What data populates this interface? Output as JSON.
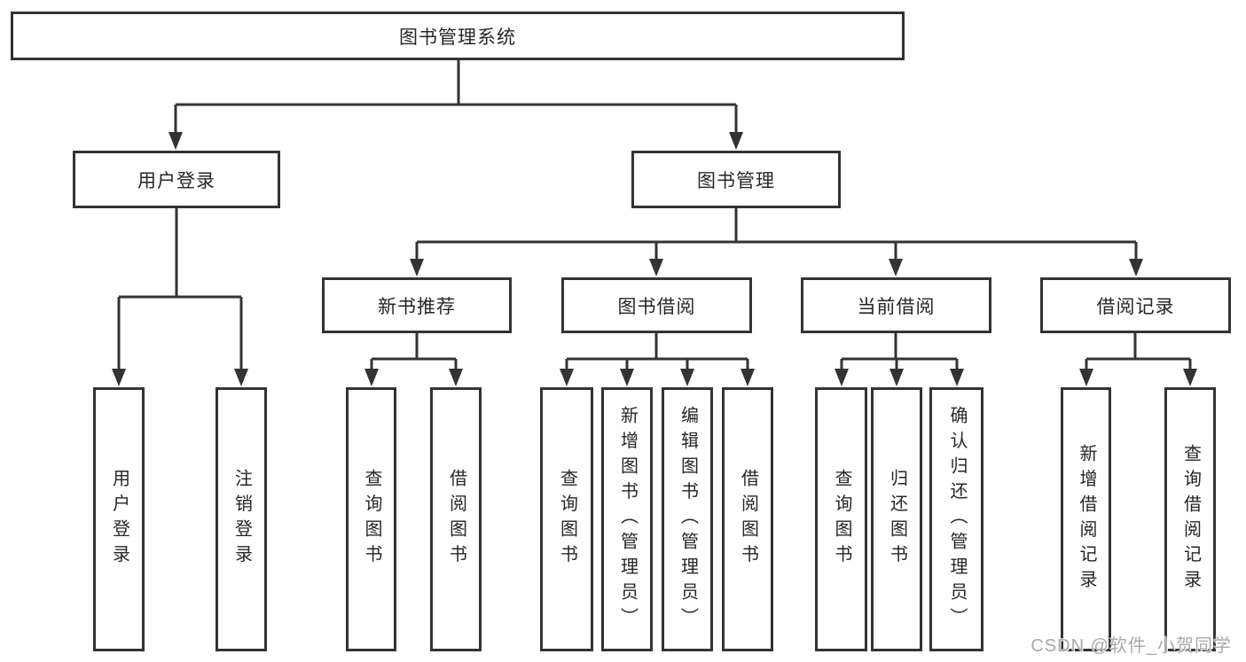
{
  "tree": {
    "root": {
      "label": "图书管理系统"
    },
    "user_login": {
      "label": "用户登录",
      "children": [
        {
          "label": "用户登录"
        },
        {
          "label": "注销登录"
        }
      ]
    },
    "book_mgmt": {
      "label": "图书管理",
      "sections": [
        {
          "label": "新书推荐",
          "children": [
            {
              "label": "查询图书"
            },
            {
              "label": "借阅图书"
            }
          ]
        },
        {
          "label": "图书借阅",
          "children": [
            {
              "label": "查询图书"
            },
            {
              "label": "新增图书（管理员）"
            },
            {
              "label": "编辑图书（管理员）"
            },
            {
              "label": "借阅图书"
            }
          ]
        },
        {
          "label": "当前借阅",
          "children": [
            {
              "label": "查询图书"
            },
            {
              "label": "归还图书"
            },
            {
              "label": "确认归还（管理员）"
            }
          ]
        },
        {
          "label": "借阅记录",
          "children": [
            {
              "label": "新增借阅记录"
            },
            {
              "label": "查询借阅记录"
            }
          ]
        }
      ]
    }
  },
  "watermark": {
    "text": "CSDN @软件_小贺同学"
  },
  "colors": {
    "line": "#333333",
    "text": "#262626",
    "watermark": "#a9a9a9"
  }
}
